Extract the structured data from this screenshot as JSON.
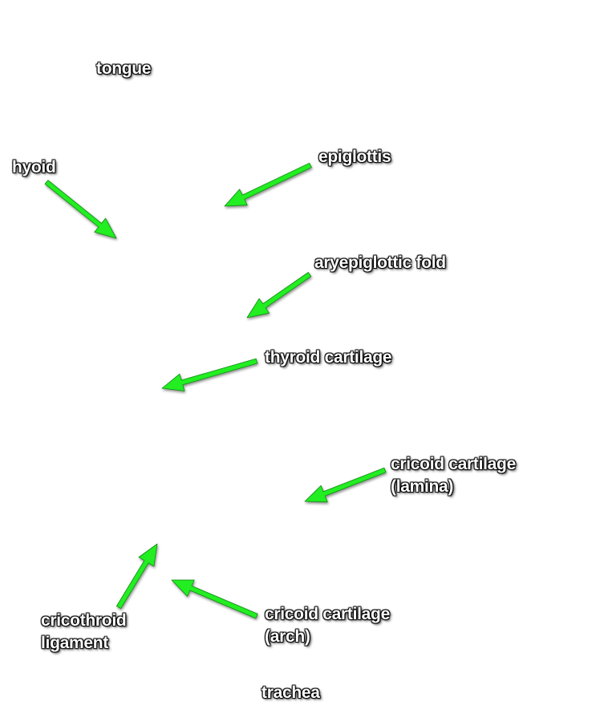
{
  "labels": {
    "tongue": "tongue",
    "hyoid": "hyoid",
    "epiglottis": "epiglottis",
    "aryepiglottic_fold": "aryepiglottic fold",
    "thyroid_cartilage": "thyroid cartilage",
    "cricoid_lamina_line1": "cricoid cartilage",
    "cricoid_lamina_line2": "(lamina)",
    "cricothyroid_line1": "cricothroid",
    "cricothyroid_line2": "ligament",
    "cricoid_arch_line1": "cricoid cartilage",
    "cricoid_arch_line2": "(arch)",
    "trachea": "trachea"
  },
  "colors": {
    "arrow_fill": "#22ee22",
    "arrow_stroke": "#118811",
    "label_text": "#ffffff",
    "label_outline": "#000000"
  }
}
